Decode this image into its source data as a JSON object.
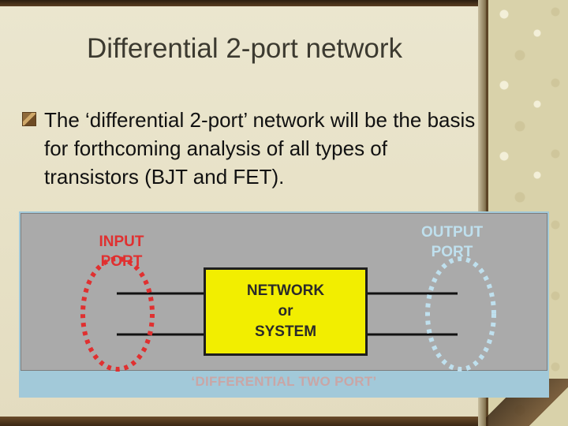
{
  "slide": {
    "title": "Differential 2-port network",
    "bullet": "The ‘differential 2-port’ network will be the basis for forthcoming analysis of all types of transistors (BJT and FET)."
  },
  "diagram": {
    "input_label": "INPUT\nPORT",
    "output_label": "OUTPUT\nPORT",
    "box_label": "NETWORK\nor\nSYSTEM",
    "caption": "‘DIFFERENTIAL TWO PORT’",
    "colors": {
      "background": "#aaaaaa",
      "frame": "#a2c9d9",
      "input_port": "#e03030",
      "output_port": "#bfe0ee",
      "network_box": "#f2ee00"
    }
  }
}
